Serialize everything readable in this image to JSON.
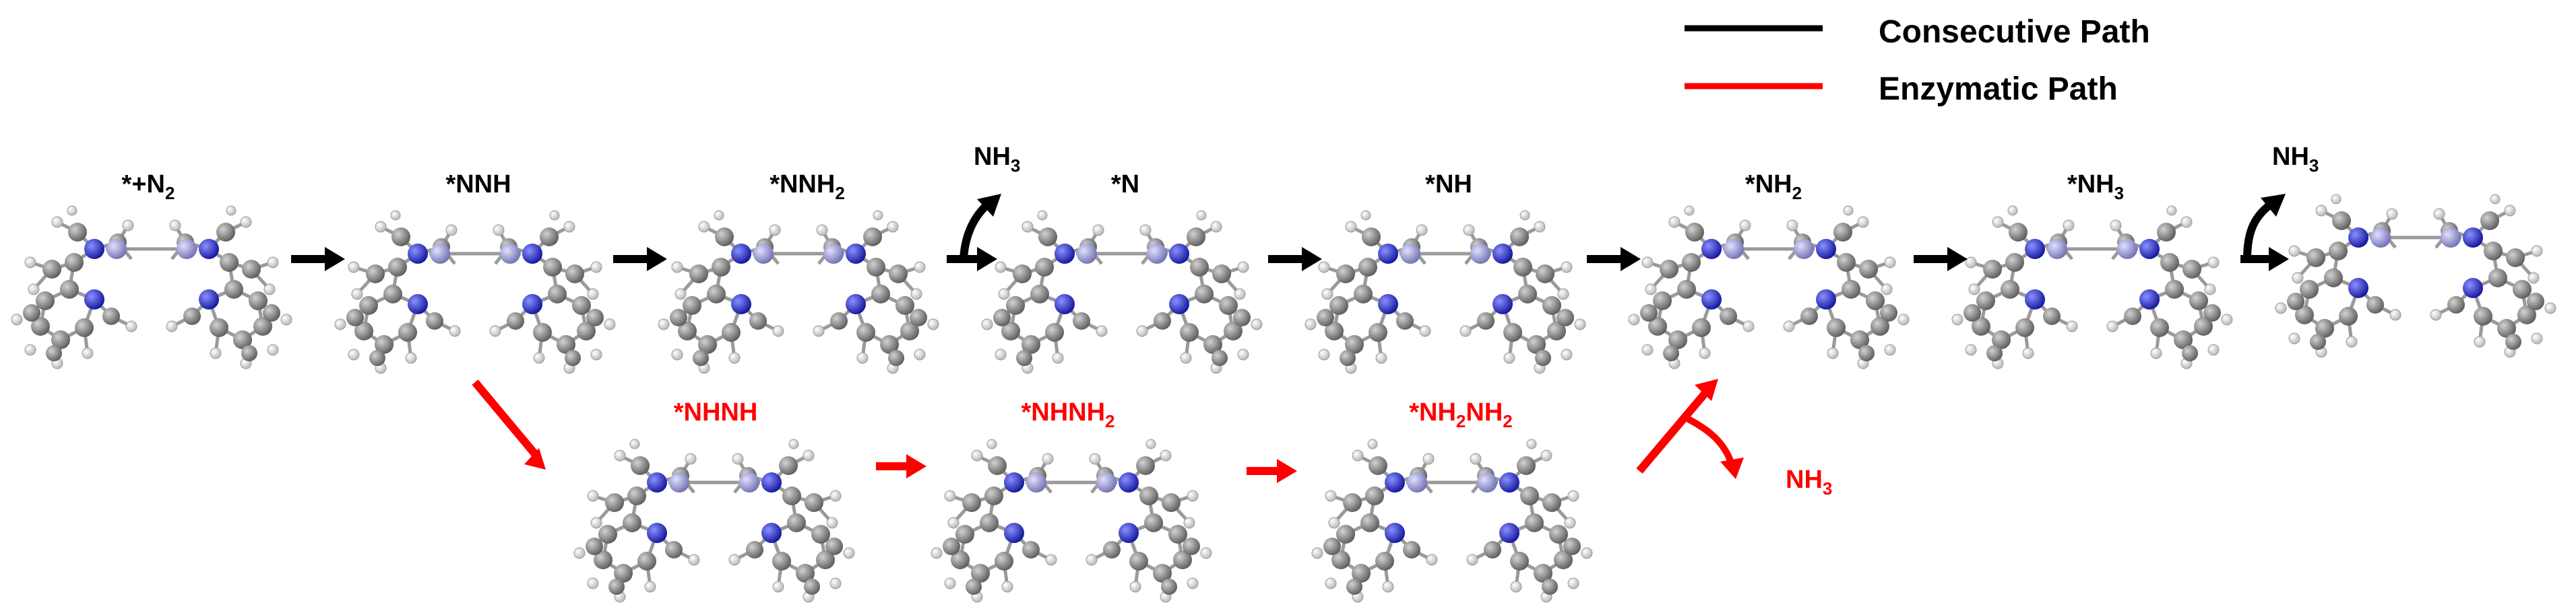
{
  "legend": {
    "consecutive": {
      "label": "Consecutive Path",
      "color": "#000000"
    },
    "enzymatic": {
      "label": "Enzymatic Path",
      "color": "#ff0000"
    }
  },
  "intermediates": {
    "top": [
      {
        "base": "*+N",
        "sub": "2",
        "tail": ""
      },
      {
        "base": "*NNH",
        "sub": "",
        "tail": ""
      },
      {
        "base": "*NNH",
        "sub": "2",
        "tail": ""
      },
      {
        "base": "*N",
        "sub": "",
        "tail": ""
      },
      {
        "base": "*NH",
        "sub": "",
        "tail": ""
      },
      {
        "base": "*NH",
        "sub": "2",
        "tail": ""
      },
      {
        "base": "*NH",
        "sub": "3",
        "tail": ""
      }
    ],
    "bottom": [
      {
        "base": "*NHNH",
        "sub": "",
        "tail": ""
      },
      {
        "base": "*NHNH",
        "sub": "2",
        "tail": ""
      },
      {
        "base": "*NH",
        "sub": "2",
        "tail": "NH",
        "sub2": "2"
      }
    ]
  },
  "products": [
    {
      "base": "NH",
      "sub": "3",
      "color": "#000000"
    },
    {
      "base": "NH",
      "sub": "3",
      "color": "#000000"
    },
    {
      "base": "NH",
      "sub": "3",
      "color": "#ff0000"
    }
  ],
  "colors": {
    "metal": "#9b9bd4",
    "nitrogen": "#1e24c8",
    "carbon": "#8a8a8a",
    "hydrogen": "#e2e2e2",
    "bond": "#9a9a9a"
  }
}
